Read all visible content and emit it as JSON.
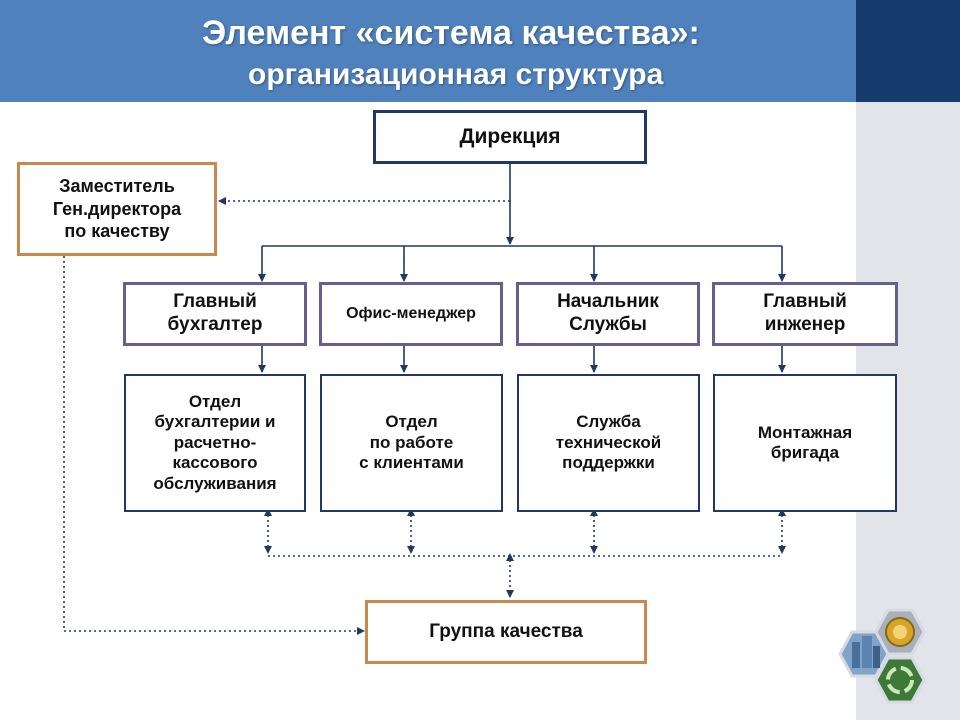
{
  "title": {
    "line1": "Элемент «система качества»:",
    "line2": "организационная структура"
  },
  "colors": {
    "header": "#4f81bd",
    "header_corner": "#163b6d",
    "navy_border": "#1f3864",
    "orange_border": "#c8894e",
    "purple_border": "#67608f"
  },
  "org": {
    "directorate": "Дирекция",
    "deputy": "Заместитель\nГен.директора\nпо качеству",
    "managers": [
      "Главный\nбухгалтер",
      "Офис-менеджер",
      "Начальник\nСлужбы",
      "Главный\nинженер"
    ],
    "departments": [
      "Отдел\nбухгалтерии и\nрасчетно-\nкассового\nобслуживания",
      "Отдел\nпо работе\nс клиентами",
      "Служба\nтехнической\nподдержки",
      "Монтажная\nбригада"
    ],
    "quality_group": "Группа качества"
  },
  "logo": {
    "icons": [
      "building-photo-icon",
      "gear-coin-icon",
      "recycle-icon"
    ]
  }
}
